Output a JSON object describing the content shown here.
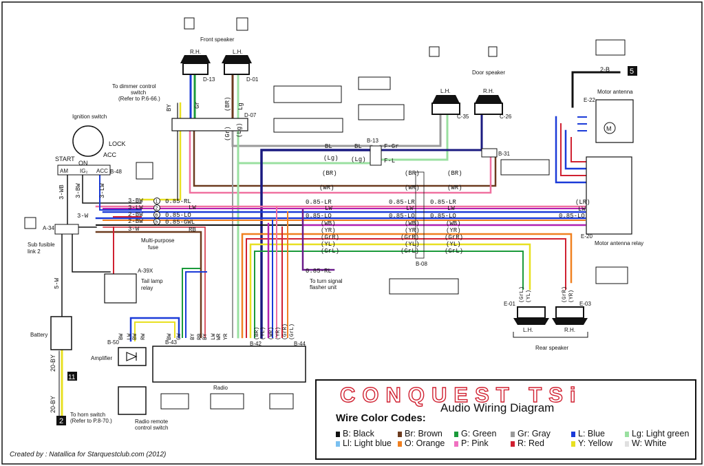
{
  "diagram": {
    "front_speaker": {
      "title": "Front speaker",
      "rh": "R.H.",
      "lh": "L.H.",
      "rh_id": "D-13",
      "lh_id": "D-01"
    },
    "door_speaker": {
      "title": "Door speaker",
      "lh": "L.H.",
      "rh": "R.H.",
      "lh_id": "C-35",
      "rh_id": "C-26"
    },
    "rear_speaker": {
      "title": "Rear speaker",
      "lh": "L.H.",
      "rh": "R.H.",
      "lh_id": "E-01",
      "rh_id": "E-03"
    },
    "motor_antenna": {
      "title": "Motor antenna",
      "id": "E-22",
      "relay_title": "Motor antenna relay",
      "relay_id": "E-20",
      "conn": "2-B",
      "ref_no": "5"
    },
    "dimmer": {
      "line1": "To dimmer control",
      "line2": "switch",
      "line3": "(Refer to P.6-66.)"
    },
    "ignition": {
      "title": "Ignition switch",
      "lock": "LOCK",
      "acc": "ACC",
      "start": "START",
      "on": "ON",
      "am": "AM",
      "ig2": "IG₂",
      "acc2": "ACC"
    },
    "fuse": {
      "sub_fusible": "Sub fusible",
      "link": "link 2",
      "multi": "Multi-purpose",
      "fuse": "fuse",
      "a34": "A-34"
    },
    "tail_relay": {
      "id": "A-39X",
      "line1": "Tail lamp",
      "line2": "relay"
    },
    "battery": {
      "label": "Battery",
      "wire": "20-BY",
      "ref1": "11",
      "ref2": "2"
    },
    "horn": {
      "line1": "To horn switch",
      "line2": "(Refer to P.8-70.)"
    },
    "amplifier": {
      "label": "Amplifier",
      "id": "B-50"
    },
    "remote": {
      "line1": "Radio remote",
      "line2": "control switch"
    },
    "radio": {
      "label": "Radio",
      "b43": "B-43",
      "b42": "B-42",
      "b44": "B-44"
    },
    "turn": {
      "line1": "To turn signal",
      "line2": "flasher unit",
      "wire": "0.85-RL"
    },
    "connectors": {
      "d07": "D-07",
      "b13": "B-13",
      "b31": "B-31",
      "b48": "B-48",
      "b08": "B-08"
    },
    "wire_labels": {
      "by": "BY",
      "gr": "Gr",
      "br": "(BR)",
      "lg": "Lg",
      "gr_p": "(Gr)",
      "lg_p": "(Lg)",
      "bl": "BL",
      "f_gr": "F-Gr",
      "f_l": "F-L",
      "lg_p2": "(Lg)",
      "br_p": "(BR)",
      "wr_p": "(WR)",
      "bw3": "3-BW",
      "lw3": "3-LW",
      "bw2": "2-BW",
      "bw2b": "2-BW",
      "w3": "3-W",
      "w3b": "3-W",
      "wb3": "3-WB",
      "bw3v": "3-BW",
      "lw3v": "3-LW",
      "w5": "5-W",
      "r085": "0.85-RL",
      "lw": "LW",
      "lo085": "0.85-LO",
      "gwl085": "0.85-GWL",
      "rb": "RB",
      "lr085": "0.85-LR",
      "lr085b": "0.85-LR",
      "lw_b": "LW",
      "lo085b": "0.85-LO",
      "lo085c": "0.85-LO",
      "wb": "(WB)",
      "yr": "(YR)",
      "grr": "(GrR)",
      "yl": "(YL)",
      "grl": "(GrL)",
      "lr_r": "(LR)",
      "lw_r": "LW",
      "lo_r": "0.85-LO",
      "e_l": "(YL)",
      "e_grl": "(GrL)",
      "e_yr": "(YR)",
      "e_grr": "(GrR)"
    },
    "radio_pins": [
      "BW",
      "LW",
      "BW",
      "RW",
      "BW",
      "GW",
      "BY",
      "RB",
      "BY",
      "LW",
      "WR",
      "YR",
      "(BR)",
      "(YL)",
      "(WR)",
      "(YR)",
      "(GrR)",
      "(GrL)"
    ],
    "refs": {
      "r1": "1",
      "r2": "2",
      "r3": "6",
      "r4": "5"
    }
  },
  "legend": {
    "brand": "CONQUEST TSi",
    "title": "Audio Wiring Diagram",
    "codes_title": "Wire Color Codes:",
    "codes": [
      {
        "code": "B:",
        "name": "Black",
        "color": "#111111"
      },
      {
        "code": "Br:",
        "name": "Brown",
        "color": "#6b3a1e"
      },
      {
        "code": "G:",
        "name": "Green",
        "color": "#1a9a3a"
      },
      {
        "code": "Gr:",
        "name": "Gray",
        "color": "#9a9a9a"
      },
      {
        "code": "L:",
        "name": "Blue",
        "color": "#1a3ad8"
      },
      {
        "code": "Lg:",
        "name": "Light green",
        "color": "#9ae0a0"
      },
      {
        "code": "Ll:",
        "name": "Light blue",
        "color": "#7ac0f0"
      },
      {
        "code": "O:",
        "name": "Orange",
        "color": "#f08020"
      },
      {
        "code": "P:",
        "name": "Pink",
        "color": "#f070c0"
      },
      {
        "code": "R:",
        "name": "Red",
        "color": "#d02030"
      },
      {
        "code": "Y:",
        "name": "Yellow",
        "color": "#e8e020"
      },
      {
        "code": "W:",
        "name": "White",
        "color": "#e0e0e0"
      }
    ]
  },
  "credit": "Created by : Natallica for Starquestclub.com  (2012)"
}
